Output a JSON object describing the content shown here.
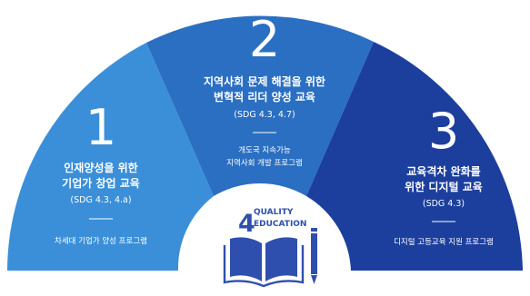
{
  "segments": [
    {
      "number": "1",
      "title_line1": "인재양성을 위한",
      "title_line2": "기업가 창업 교육",
      "sdg": "(SDG 4.3, 4.a)",
      "program": "차세대 기업가 양성 프로그램",
      "color": "#3a8fd8"
    },
    {
      "number": "2",
      "title_line1": "지역사회 문제 해결을 위한",
      "title_line2": "변혁적 리더 양성 교육",
      "sdg": "(SDG 4.3, 4.7)",
      "program_line1": "개도국 지속가능",
      "program_line2": "지역사회 개발 프로그램",
      "color": "#2b6fc2"
    },
    {
      "number": "3",
      "title_line1": "교육격차 완화를",
      "title_line2": "위한 디지털 교육",
      "sdg": "(SDG 4.3)",
      "program": "디지털 고등교육 지원 프로그램",
      "color": "#1c3f9e"
    }
  ],
  "center": {
    "goal_number": "4",
    "label_line1": "QUALITY",
    "label_line2": "EDUCATION",
    "accent_color": "#2f4fae",
    "icon": "open-book-pencil-icon"
  }
}
